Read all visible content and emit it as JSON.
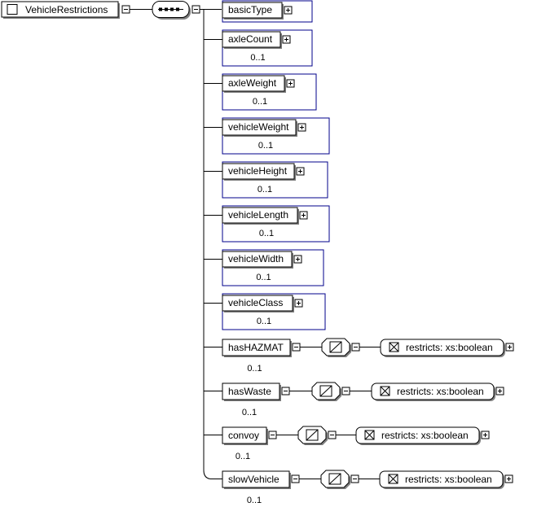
{
  "root": {
    "label": "VehicleRestrictions",
    "icon": "complex-type-icon"
  },
  "compositor": {
    "kind": "sequence",
    "icon": "sequence-icon"
  },
  "elements": [
    {
      "label": "basicType",
      "occurs": "",
      "kind": "ref"
    },
    {
      "label": "axleCount",
      "occurs": "0..1",
      "kind": "ref"
    },
    {
      "label": "axleWeight",
      "occurs": "0..1",
      "kind": "ref"
    },
    {
      "label": "vehicleWeight",
      "occurs": "0..1",
      "kind": "ref"
    },
    {
      "label": "vehicleHeight",
      "occurs": "0..1",
      "kind": "ref"
    },
    {
      "label": "vehicleLength",
      "occurs": "0..1",
      "kind": "ref"
    },
    {
      "label": "vehicleWidth",
      "occurs": "0..1",
      "kind": "ref"
    },
    {
      "label": "vehicleClass",
      "occurs": "0..1",
      "kind": "ref"
    },
    {
      "label": "hasHAZMAT",
      "occurs": "0..1",
      "kind": "simple",
      "restriction": "restricts: xs:boolean"
    },
    {
      "label": "hasWaste",
      "occurs": "0..1",
      "kind": "simple",
      "restriction": "restricts: xs:boolean"
    },
    {
      "label": "convoy",
      "occurs": "0..1",
      "kind": "simple",
      "restriction": "restricts: xs:boolean"
    },
    {
      "label": "slowVehicle",
      "occurs": "0..1",
      "kind": "simple",
      "restriction": "restricts: xs:boolean"
    }
  ],
  "icons": {
    "expand": "plus-box-icon",
    "collapse": "minus-box-icon",
    "simple_type": "simple-type-icon",
    "restriction": "restriction-bowtie-icon"
  },
  "colors": {
    "ref_border": "#00008b",
    "line": "#000000",
    "box_fill": "#ffffff",
    "shadow": "#7f7f7f"
  }
}
